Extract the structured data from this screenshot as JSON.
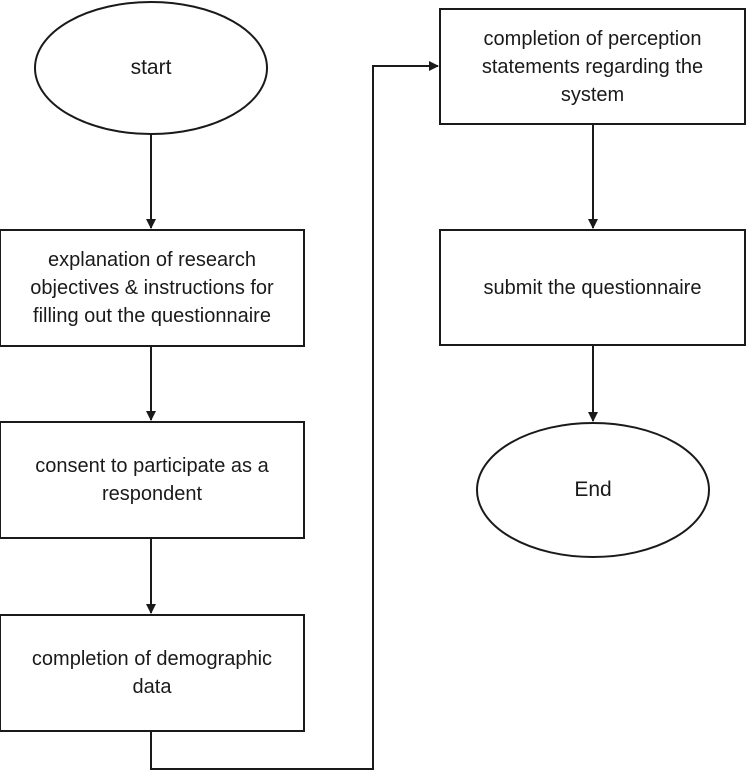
{
  "flowchart": {
    "start": "start",
    "explanation": "explanation of research objectives & instructions for filling out the questionnaire",
    "consent": "consent to participate as a respondent",
    "demographic": "completion of demographic data",
    "perception": "completion of perception statements regarding the system",
    "submit": "submit the questionnaire",
    "end": "End"
  },
  "colors": {
    "stroke": "#1a1a1a",
    "fill": "#ffffff"
  }
}
